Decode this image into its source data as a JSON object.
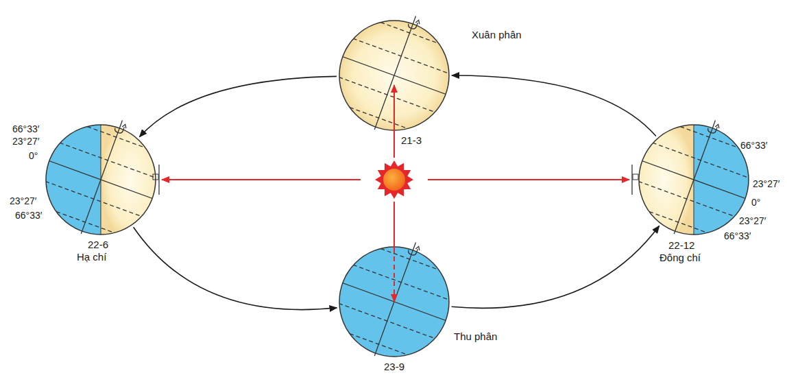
{
  "diagram": {
    "nodes": [
      {
        "text": [
          "Xuân phân",
          "21-3"
        ]
      },
      {
        "text": [
          "22-6",
          "Hạ chí"
        ]
      },
      {
        "text": [
          "22-12",
          "Đông chí"
        ]
      },
      {
        "text": [
          "Thu phân",
          "23-9"
        ]
      }
    ],
    "edges": [
      {
        "from": 0,
        "to": 1,
        "arrow": "to"
      },
      {
        "from": 1,
        "to": 3,
        "arrow": "to"
      },
      {
        "from": 3,
        "to": 2,
        "arrow": "to"
      },
      {
        "from": 2,
        "to": 0,
        "arrow": "to"
      }
    ],
    "labels": [
      "66°33′",
      "23°27′",
      "0°",
      "23°27′",
      "66°33′",
      "66°33′",
      "23°27′",
      "0°",
      "23°27′",
      "66°33′"
    ]
  }
}
